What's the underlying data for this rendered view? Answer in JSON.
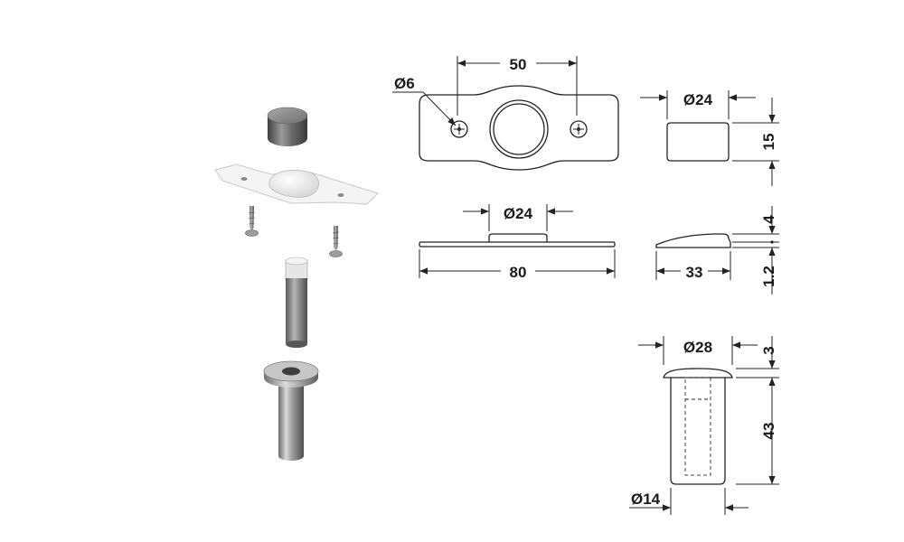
{
  "dimensions": {
    "plate_hole_spacing": "50",
    "plate_screw_hole": "Ø6",
    "plate_length": "80",
    "plate_boss_diameter": "Ø24",
    "cap_diameter": "Ø24",
    "cap_height": "15",
    "plate_height": "4",
    "plate_thickness": "1.2",
    "plate_side_length": "33",
    "bushing_flange_diameter": "Ø28",
    "bushing_flange_height": "3",
    "bushing_length": "43",
    "bushing_diameter": "Ø14"
  },
  "colors": {
    "line": "#222222",
    "metal_dark": "#5f5f5f",
    "metal_light": "#cfcfcf",
    "plate_white": "#f4f4f4"
  }
}
